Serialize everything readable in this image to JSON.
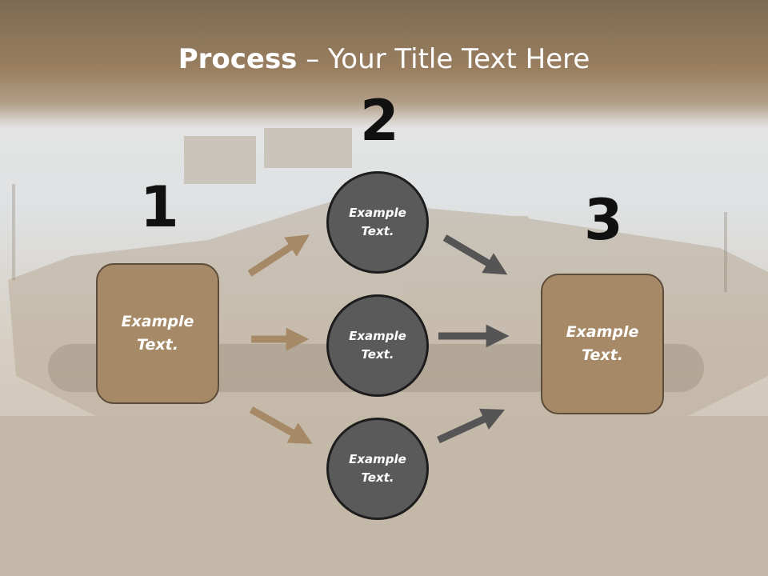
{
  "slide": {
    "title_bold": "Process",
    "title_rest": " – Your Title Text Here",
    "numbers": [
      "1",
      "2",
      "3"
    ],
    "left_box": "Example\nText.",
    "right_box": "Example\nText.",
    "circles": [
      "Example\nText.",
      "Example\nText.",
      "Example\nText."
    ]
  },
  "colors": {
    "box_fill": "#a68a68",
    "circle_fill": "#5a5a5a",
    "arrow_brown": "#a68a68",
    "arrow_gray": "#5a5a5a"
  }
}
